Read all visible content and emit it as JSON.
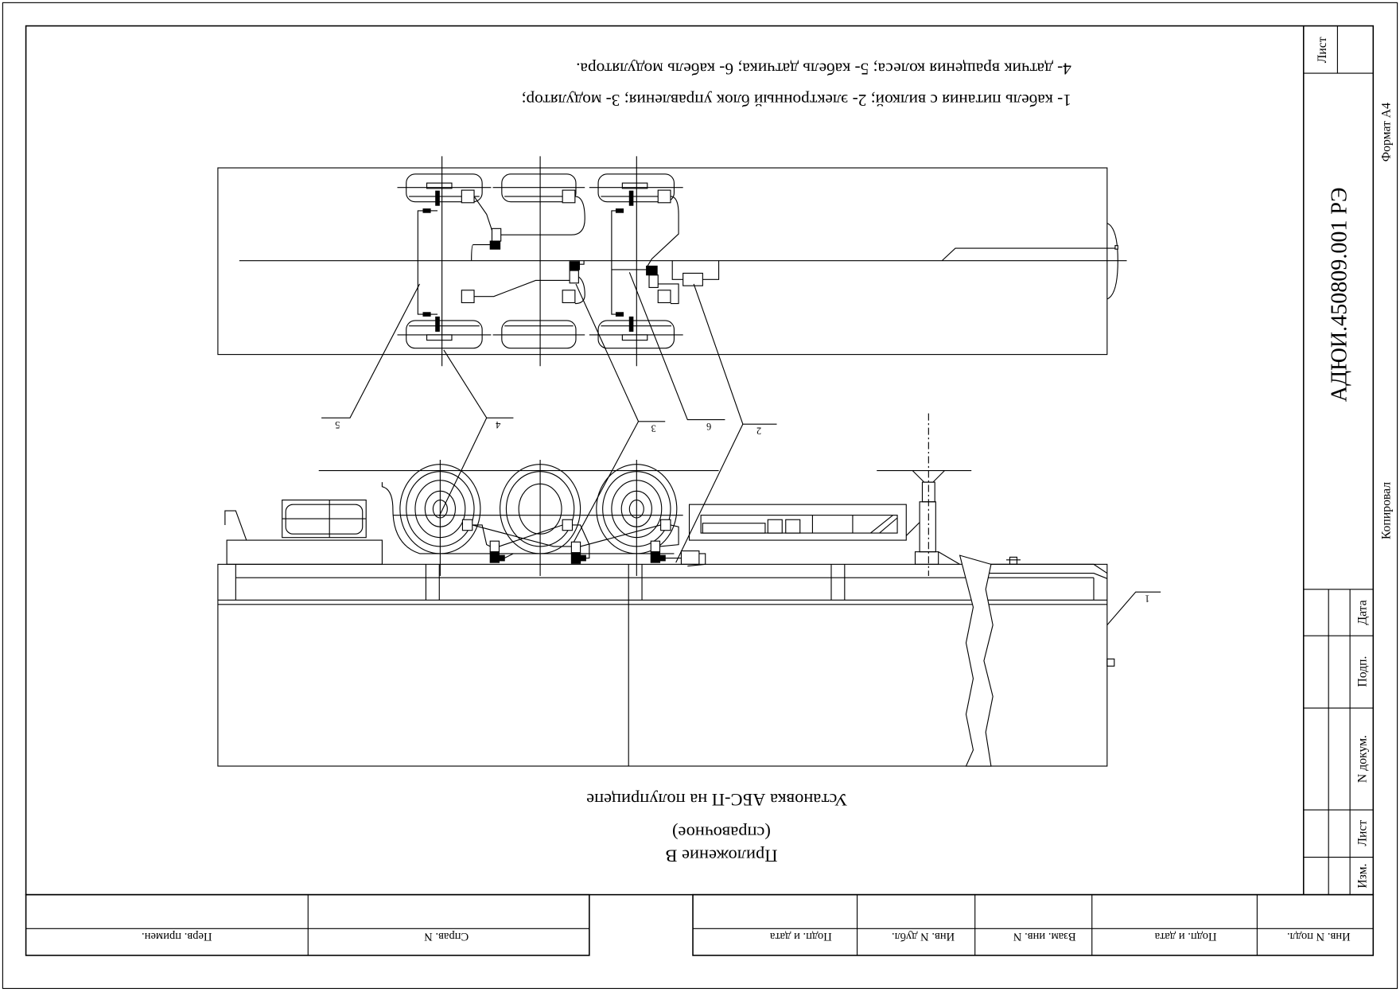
{
  "notes": {
    "line1": "1- кабель питания с вилкой; 2- электронный блок управления; 3- модулятор;",
    "line2": "4- датчик вращения колеса; 5- кабель датчика; 6- кабель модулятора."
  },
  "title": {
    "appendix": "Приложение В",
    "kind": "(справочное)",
    "caption": "Установка АБС-П на полуприцепе"
  },
  "callouts": [
    "1",
    "2",
    "3",
    "4",
    "5",
    "6"
  ],
  "stamp": {
    "document_code": "АДЮИ.450809.001 РЭ",
    "sheet_label": "Лист",
    "format": "Формат А4",
    "copied": "Копировал",
    "rev_columns": [
      "Изм.",
      "Лист",
      "N докум.",
      "Подп.",
      "Дата"
    ]
  },
  "bottom_strip": {
    "left": [
      "Перв. примен.",
      "Справ. N"
    ],
    "right": [
      "Подп. и дата",
      "Инв. N дубл.",
      "Взам. инв. N",
      "Подп. и дата",
      "Инв. N подл."
    ]
  }
}
